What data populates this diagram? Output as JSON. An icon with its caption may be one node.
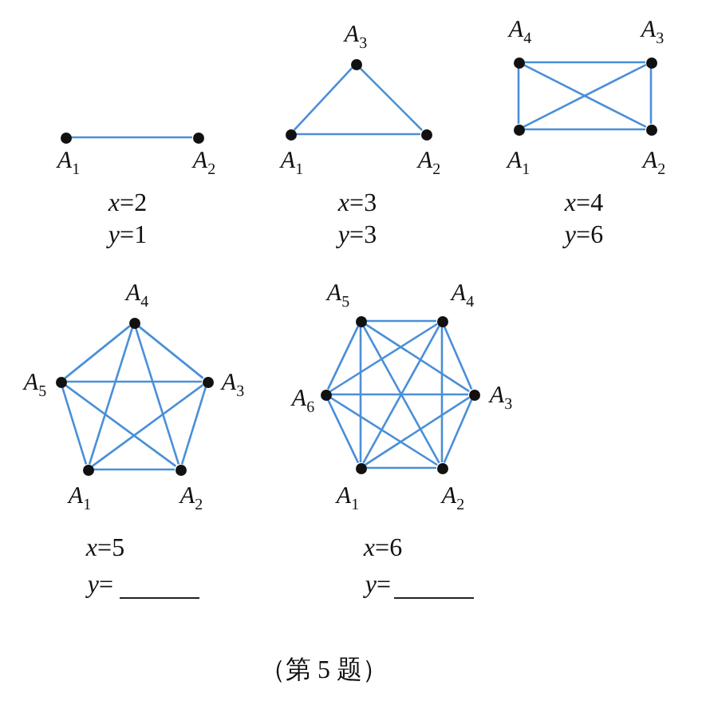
{
  "diagram": {
    "caption": "（第 5 题）",
    "nodes": [
      {
        "text": [
          "A$_{1}$"
        ]
      },
      {
        "text": [
          "A$_{2}$"
        ]
      },
      {
        "text": [
          "A$_{1}$"
        ]
      },
      {
        "text": [
          "A$_{2}$"
        ]
      },
      {
        "text": [
          "A$_{3}$"
        ]
      },
      {
        "text": [
          "A$_{1}$"
        ]
      },
      {
        "text": [
          "A$_{2}$"
        ]
      },
      {
        "text": [
          "A$_{3}$"
        ]
      },
      {
        "text": [
          "A$_{4}$"
        ]
      },
      {
        "text": [
          "A$_{1}$"
        ]
      },
      {
        "text": [
          "A$_{2}$"
        ]
      },
      {
        "text": [
          "A$_{3}$"
        ]
      },
      {
        "text": [
          "A$_{4}$"
        ]
      },
      {
        "text": [
          "A$_{5}$"
        ]
      },
      {
        "text": [
          "A$_{1}$"
        ]
      },
      {
        "text": [
          "A$_{2}$"
        ]
      },
      {
        "text": [
          "A$_{3}$"
        ]
      },
      {
        "text": [
          "A$_{4}$"
        ]
      },
      {
        "text": [
          "A$_{5}$"
        ]
      },
      {
        "text": [
          "A$_{6}$"
        ]
      }
    ],
    "edges": [
      {
        "from": 0,
        "to": 1,
        "arrow": "none"
      },
      {
        "from": 2,
        "to": 3,
        "arrow": "none"
      },
      {
        "from": 2,
        "to": 4,
        "arrow": "none"
      },
      {
        "from": 3,
        "to": 4,
        "arrow": "none"
      },
      {
        "from": 5,
        "to": 6,
        "arrow": "none"
      },
      {
        "from": 5,
        "to": 7,
        "arrow": "none"
      },
      {
        "from": 5,
        "to": 8,
        "arrow": "none"
      },
      {
        "from": 6,
        "to": 7,
        "arrow": "none"
      },
      {
        "from": 6,
        "to": 8,
        "arrow": "none"
      },
      {
        "from": 7,
        "to": 8,
        "arrow": "none"
      },
      {
        "from": 9,
        "to": 10,
        "arrow": "none"
      },
      {
        "from": 9,
        "to": 11,
        "arrow": "none"
      },
      {
        "from": 9,
        "to": 12,
        "arrow": "none"
      },
      {
        "from": 9,
        "to": 13,
        "arrow": "none"
      },
      {
        "from": 10,
        "to": 11,
        "arrow": "none"
      },
      {
        "from": 10,
        "to": 12,
        "arrow": "none"
      },
      {
        "from": 10,
        "to": 13,
        "arrow": "none"
      },
      {
        "from": 11,
        "to": 12,
        "arrow": "none"
      },
      {
        "from": 11,
        "to": 13,
        "arrow": "none"
      },
      {
        "from": 12,
        "to": 13,
        "arrow": "none"
      },
      {
        "from": 14,
        "to": 15,
        "arrow": "none"
      },
      {
        "from": 14,
        "to": 16,
        "arrow": "none"
      },
      {
        "from": 14,
        "to": 17,
        "arrow": "none"
      },
      {
        "from": 14,
        "to": 18,
        "arrow": "none"
      },
      {
        "from": 14,
        "to": 19,
        "arrow": "none"
      },
      {
        "from": 15,
        "to": 16,
        "arrow": "none"
      },
      {
        "from": 15,
        "to": 17,
        "arrow": "none"
      },
      {
        "from": 15,
        "to": 18,
        "arrow": "none"
      },
      {
        "from": 15,
        "to": 19,
        "arrow": "none"
      },
      {
        "from": 16,
        "to": 17,
        "arrow": "none"
      },
      {
        "from": 16,
        "to": 18,
        "arrow": "none"
      },
      {
        "from": 16,
        "to": 19,
        "arrow": "none"
      },
      {
        "from": 17,
        "to": 18,
        "arrow": "none"
      },
      {
        "from": 17,
        "to": 19,
        "arrow": "none"
      },
      {
        "from": 18,
        "to": 19,
        "arrow": "none"
      }
    ],
    "labels": [
      "*x*=2",
      "*y*=1",
      "*x*=3",
      "*y*=3",
      "*x*=4",
      "*y*=6",
      "*x*=5",
      "*y*=",
      "*x*=6",
      "*y*="
    ]
  }
}
